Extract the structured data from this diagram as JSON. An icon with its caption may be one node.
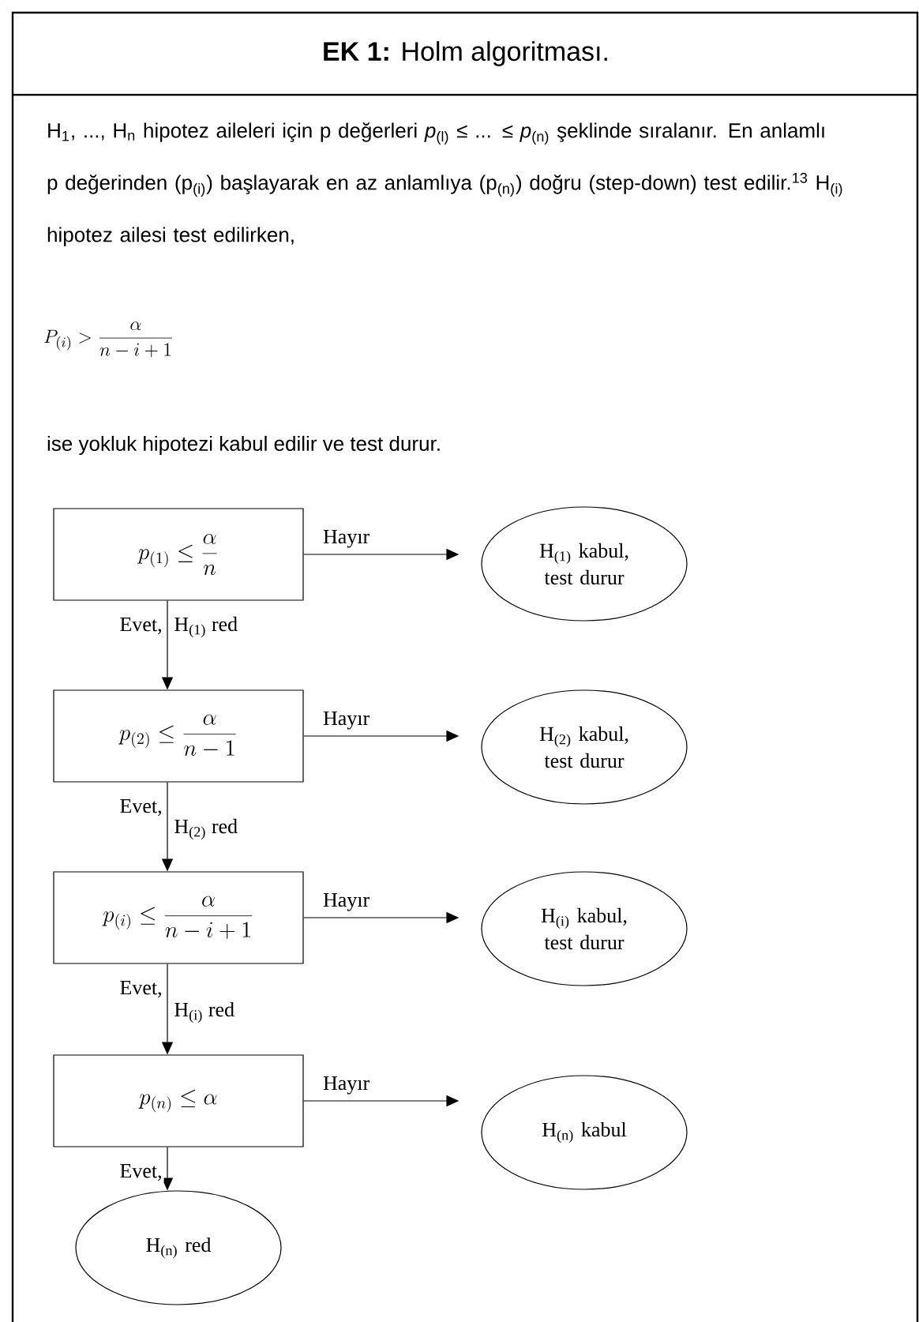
{
  "diagram": {
    "title": "**EK 1:**  Holm algoritması.",
    "nodes": [
      {
        "text": [
          "p_{(1)} \\le \\frac{\\alpha}{n}"
        ]
      },
      {
        "text": [
          "H$_{(1)}$ kabul, test durur"
        ]
      },
      {
        "text": [
          "p_{(2)} \\le \\frac{\\alpha}{n-1}"
        ]
      },
      {
        "text": [
          "H$_{(2)}$ kabul, test durur"
        ]
      },
      {
        "text": [
          "p_{(i)} \\le \\frac{\\alpha}{n-i+1}"
        ]
      },
      {
        "text": [
          "H$_{(i)}$ kabul, test durur"
        ]
      },
      {
        "text": [
          "p_{(n)} \\le \\alpha"
        ]
      },
      {
        "text": [
          "H$_{(n)}$ kabul"
        ]
      },
      {
        "text": [
          "H$_{(n)}$ red"
        ]
      }
    ],
    "edges": [
      {
        "from": 0,
        "to": 1,
        "arrow": "to",
        "label": "Hayır"
      },
      {
        "from": 0,
        "to": 2,
        "arrow": "to",
        "label": "Evet,"
      },
      {
        "from": 2,
        "to": 3,
        "arrow": "to",
        "label": "Hayır"
      },
      {
        "from": 2,
        "to": 4,
        "arrow": "to",
        "label": "Evet,"
      },
      {
        "from": 4,
        "to": 5,
        "arrow": "to",
        "label": "Hayır"
      },
      {
        "from": 4,
        "to": 6,
        "arrow": "to",
        "label": "Evet,"
      },
      {
        "from": 6,
        "to": 7,
        "arrow": "to",
        "label": "Hayır"
      },
      {
        "from": 6,
        "to": 8,
        "arrow": "to",
        "label": "Evet,"
      }
    ],
    "labels": [
      "H$_{1}$, ..., H$_{n}$ hipotez aileleri için p değerleri *p*$_{(l)}$ ≤ ... ≤ *p*$_{(n)}$ şeklinde sıralanır. En anlamlı p değerinden (p$_{(i)}$) başlayarak en az anlamlıya (p$_{(n)}$) doğru (step-down) test edilir.$^{13}$ H$_{(i)}$ hipotez ailesi test edilirken,",
      "P_{(i)} > \\frac{\\alpha}{n-i+1}",
      "ise yokluk hipotezi kabul edilir ve test durur.",
      "H$_{(1)}$ red",
      "H$_{(2)}$ red",
      "H$_{(i)}$ red"
    ]
  }
}
